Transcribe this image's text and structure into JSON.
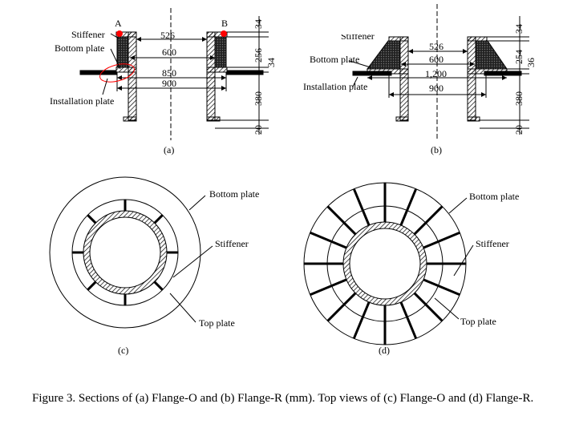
{
  "panel_a": {
    "label": "(a)",
    "point_a": "A",
    "point_b": "B",
    "stiffener": "Stiffener",
    "bottom_plate": "Bottom plate",
    "installation_plate": "Installation plate",
    "dim_526": "526",
    "dim_600": "600",
    "dim_850": "850",
    "dim_900": "900",
    "dim_34_top": "34",
    "dim_256": "256",
    "dim_34_mid": "34",
    "dim_380": "380",
    "dim_20": "20"
  },
  "panel_b": {
    "label": "(b)",
    "stiffener": "Stiffener",
    "bottom_plate": "Bottom plate",
    "installation_plate": "Installation plate",
    "dim_526": "526",
    "dim_600": "600",
    "dim_1200": "1,200",
    "dim_900": "900",
    "dim_34_top": "34",
    "dim_254": "254",
    "dim_36": "36",
    "dim_380": "380",
    "dim_20": "20"
  },
  "panel_c": {
    "label": "(c)",
    "bottom_plate": "Bottom plate",
    "stiffener": "Stiffener",
    "top_plate": "Top plate"
  },
  "panel_d": {
    "label": "(d)",
    "bottom_plate": "Bottom plate",
    "stiffener": "Stiffener",
    "top_plate": "Top plate"
  },
  "caption": "Figure 3. Sections of (a) Flange-O and (b) Flange-R (mm). Top views of (c) Flange-O and (d) Flange-R.",
  "colors": {
    "marker": "#ff0000",
    "line": "#000000"
  }
}
